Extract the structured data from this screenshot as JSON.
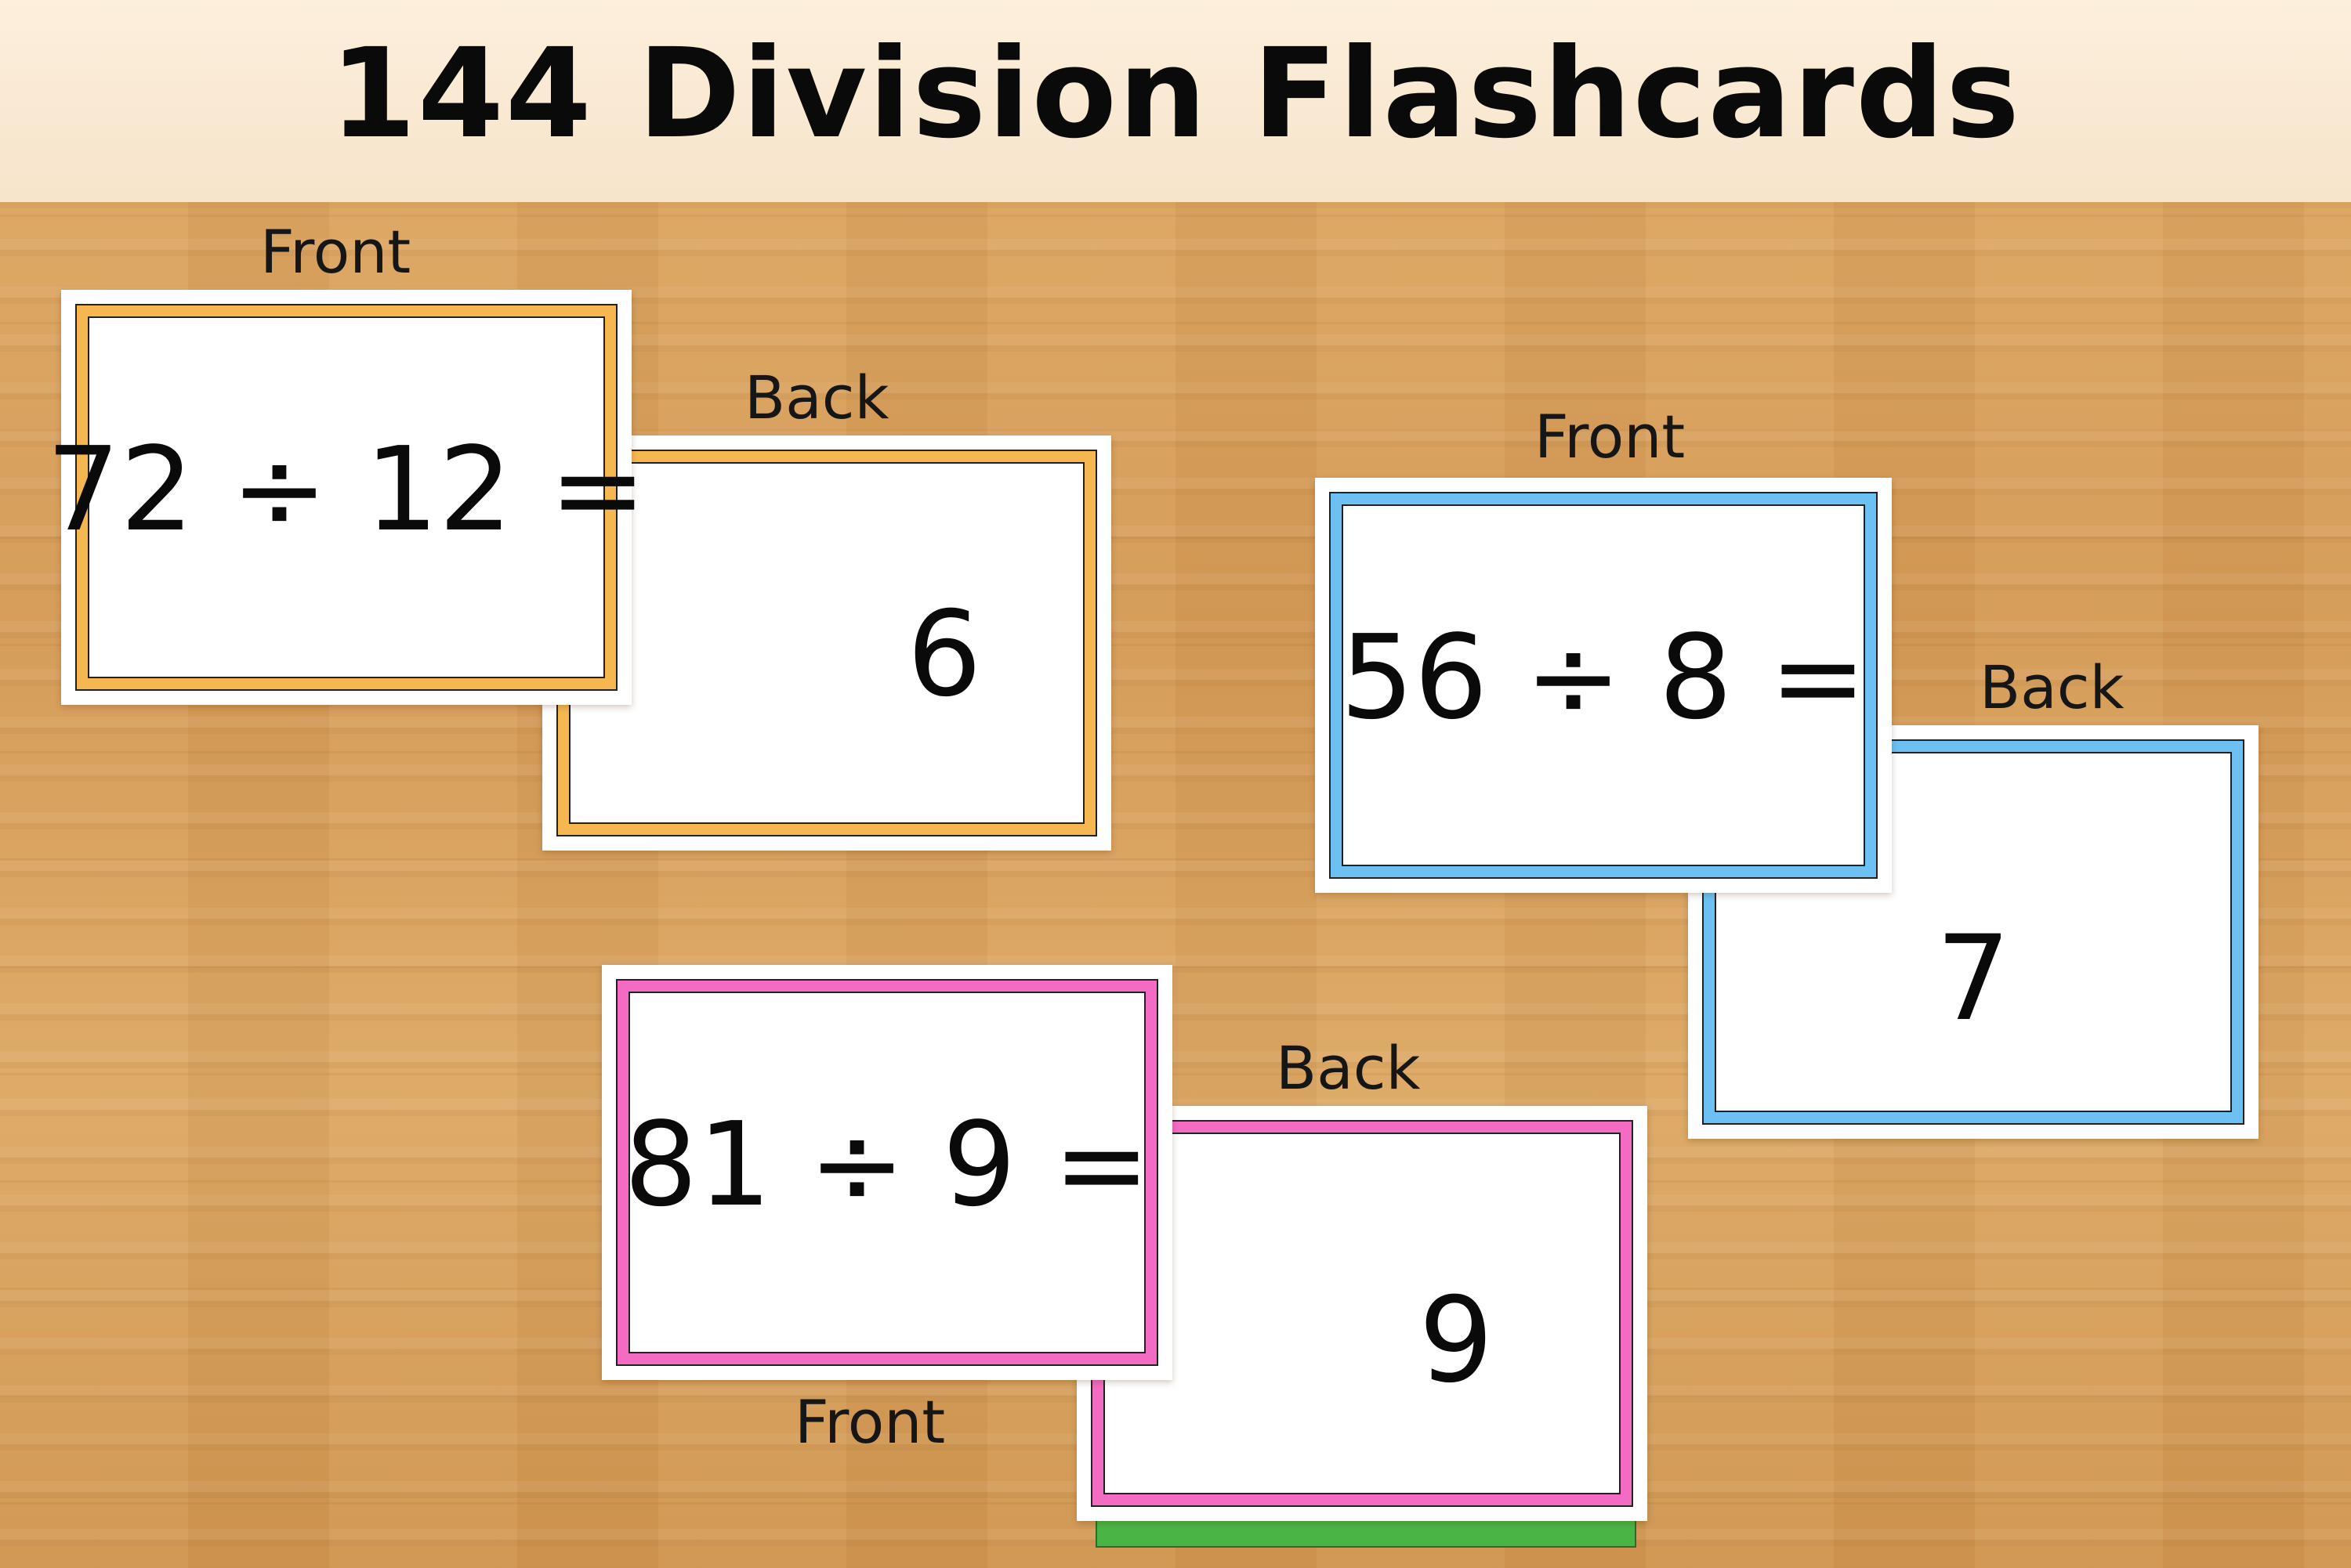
{
  "title": "144 Division Flashcards",
  "colors": {
    "orange": "#f6b650",
    "blue": "#6cc0f2",
    "pink": "#f46bc3",
    "green": "#4ab545"
  },
  "labels": {
    "front": "Front",
    "back": "Back"
  },
  "card_sets": [
    {
      "color": "orange",
      "question": "72 ÷ 12 =",
      "answer": "6"
    },
    {
      "color": "blue",
      "question": "56 ÷ 8 =",
      "answer": "7"
    },
    {
      "color": "pink",
      "question": "81 ÷ 9 =",
      "answer": "9"
    }
  ]
}
